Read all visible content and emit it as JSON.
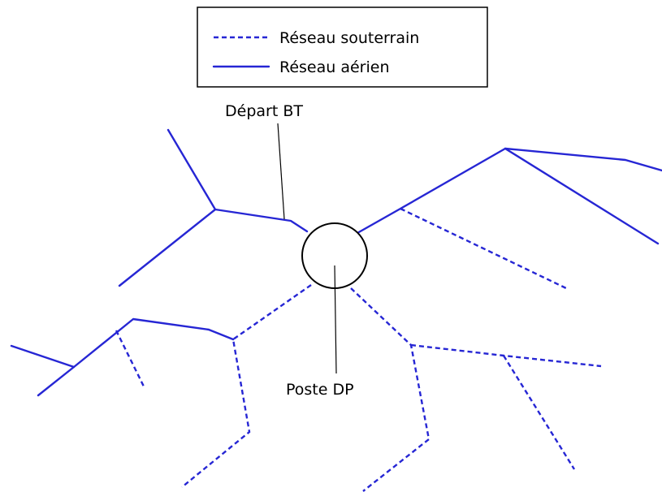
{
  "legend": {
    "underground_label": "Réseau souterrain",
    "overhead_label": "Réseau aérien"
  },
  "annotations": {
    "feeder_label": "Départ BT",
    "substation_label": "Poste DP"
  },
  "colors": {
    "network": "#2626d4",
    "outline": "#000000"
  }
}
